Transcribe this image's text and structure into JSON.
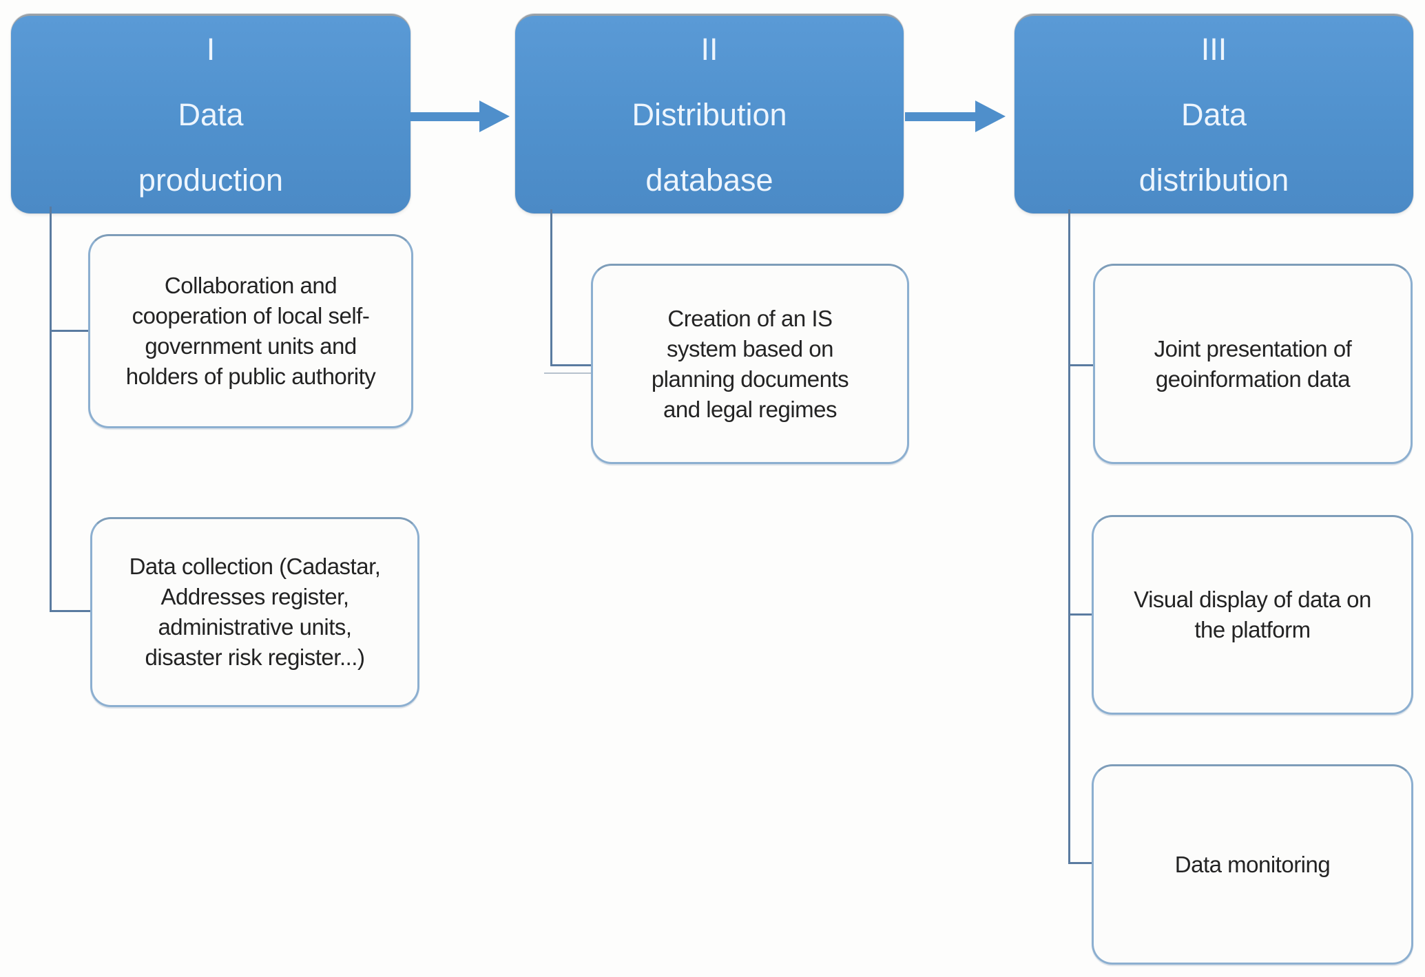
{
  "diagram": {
    "type": "process-flowchart",
    "colors": {
      "header_fill": "#5091cd",
      "header_top_edge": "#9aa1a7",
      "header_text": "#edf5fd",
      "arrow": "#4f8fcb",
      "connector_line": "#5a7ba0",
      "sub_box_fill": "#fcfcfb",
      "sub_box_border": "#8cafd0",
      "sub_box_text": "#232323",
      "background": "#fdfdfc"
    },
    "columns": [
      {
        "header": {
          "numeral": "I",
          "title_lines": [
            "Data",
            "production"
          ]
        },
        "boxes": [
          {
            "text": "Collaboration and cooperation of local self-government units and holders of public authority"
          },
          {
            "text": "Data collection (Cadastar, Addresses register, administrative units, disaster risk register...)"
          }
        ]
      },
      {
        "header": {
          "numeral": "II",
          "title_lines": [
            "Distribution",
            "database"
          ]
        },
        "boxes": [
          {
            "text": "Creation of an IS system based on planning documents and legal regimes"
          }
        ]
      },
      {
        "header": {
          "numeral": "III",
          "title_lines": [
            "Data",
            "distribution"
          ]
        },
        "boxes": [
          {
            "text": "Joint presentation of geoinformation data"
          },
          {
            "text": "Visual display of data on the platform"
          },
          {
            "text": "Data monitoring"
          }
        ]
      }
    ]
  }
}
